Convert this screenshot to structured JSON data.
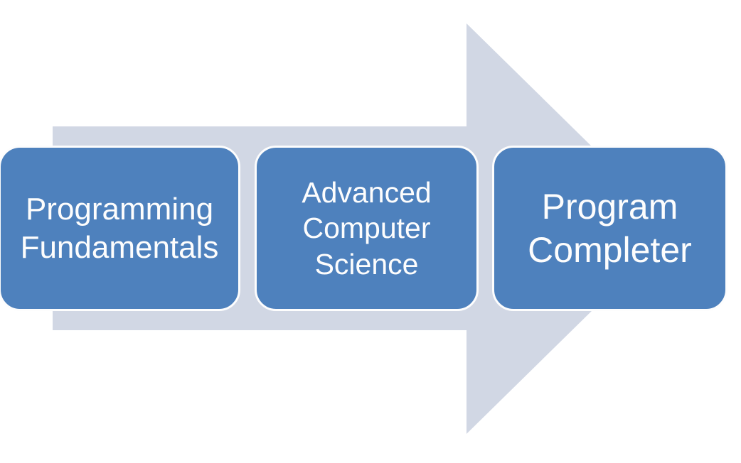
{
  "diagram": {
    "type": "process-arrow",
    "direction": "right",
    "background_color": "#ffffff",
    "arrow": {
      "color": "#d1d7e4",
      "shape": "right-arrow"
    },
    "node_style": {
      "fill_color": "#4e81bd",
      "border_color": "#fdfdfd",
      "text_color": "#fdfdfd"
    },
    "nodes": [
      {
        "label": "Programming Fundamentals"
      },
      {
        "label": "Advanced Computer Science"
      },
      {
        "label": "Program Completer"
      }
    ]
  }
}
